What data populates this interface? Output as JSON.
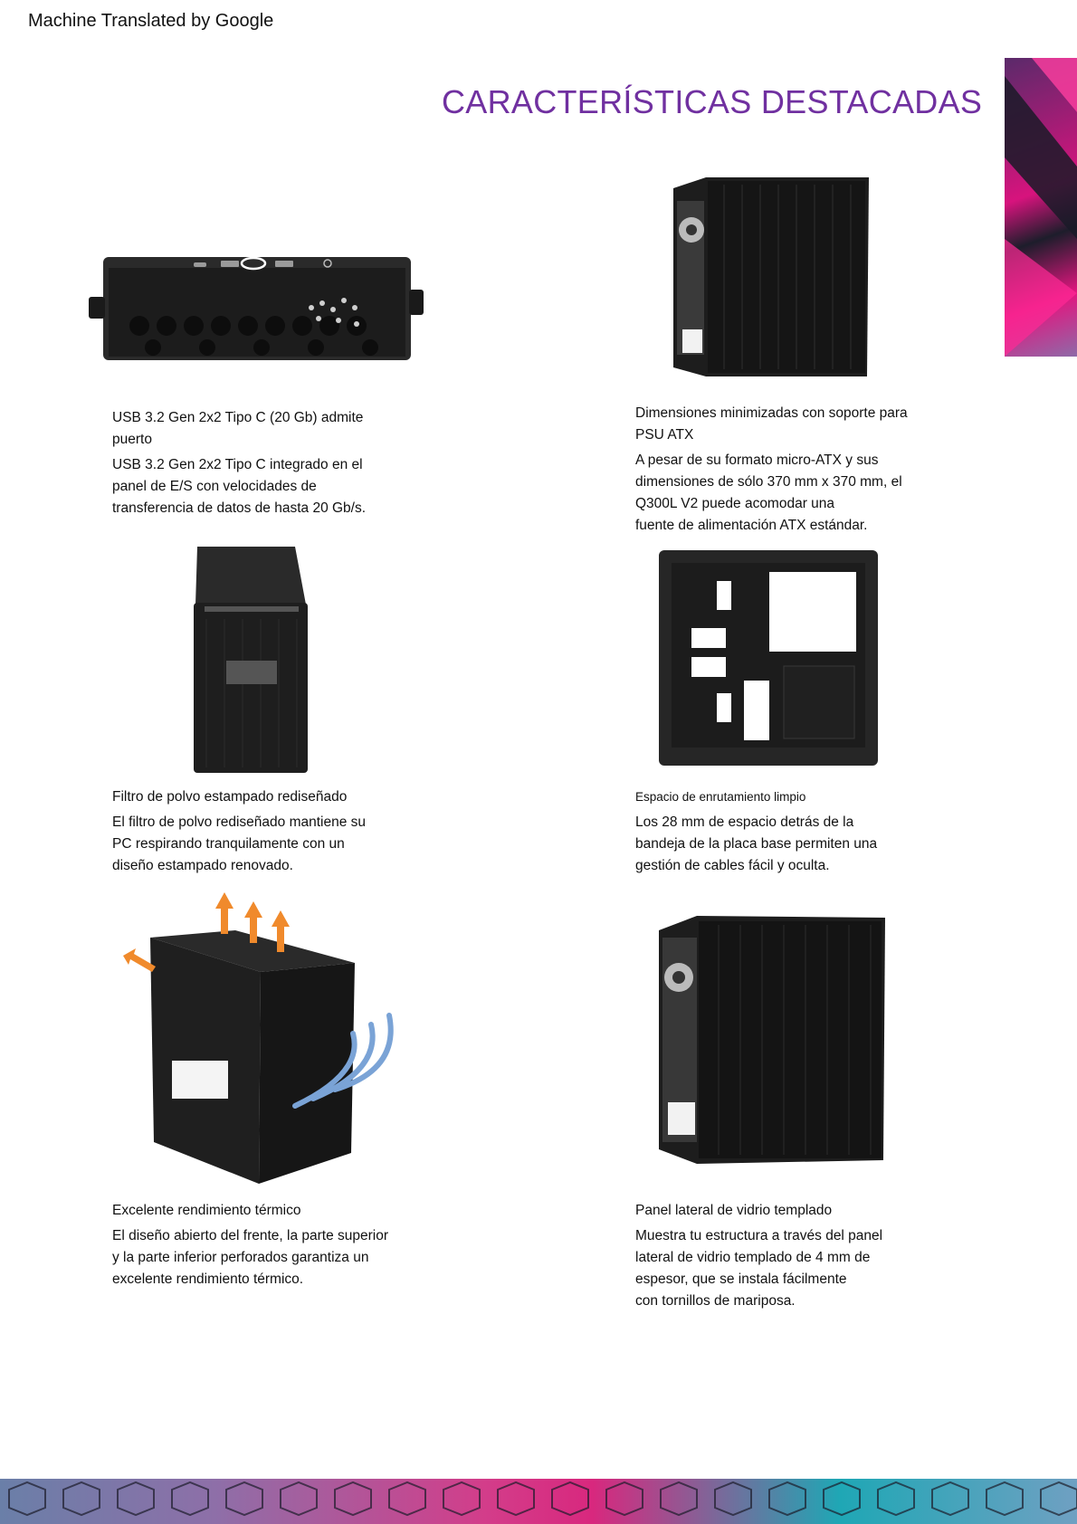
{
  "banner": "Machine Translated by Google",
  "page_title": "CARACTERÍSTICAS DESTACADAS",
  "colors": {
    "title": "#7030a0",
    "arrow_hot": "#f08a2c",
    "arrow_cool": "#7aa3d6"
  },
  "features": [
    {
      "title": "USB 3.2 Gen 2x2 Tipo C (20 Gb) admite\npuerto",
      "desc": "USB 3.2 Gen 2x2 Tipo C integrado en el\npanel de E/S con velocidades de\ntransferencia de datos de hasta 20 Gb/s."
    },
    {
      "title": "Dimensiones minimizadas con soporte para\nPSU ATX",
      "desc": "A pesar de su formato micro-ATX y sus\ndimensiones de sólo 370 mm x 370 mm, el\nQ300L V2 puede acomodar una\nfuente de alimentación ATX estándar."
    },
    {
      "title": "Filtro de polvo estampado rediseñado",
      "desc": "El filtro de polvo rediseñado mantiene su\nPC respirando tranquilamente con un\ndiseño estampado renovado."
    },
    {
      "title": "Espacio de enrutamiento limpio",
      "desc": "Los 28 mm de espacio detrás de la\nbandeja de la placa base permiten una\ngestión de cables fácil y oculta."
    },
    {
      "title": "Excelente rendimiento térmico",
      "desc": "El diseño abierto del frente, la parte superior\ny la parte inferior perforados garantiza un\nexcelente rendimiento térmico."
    },
    {
      "title": "Panel lateral de vidrio templado",
      "desc": "Muestra tu estructura a través del panel\nlateral de vidrio templado de 4 mm de\nespesor, que se instala fácilmente\ncon tornillos de mariposa."
    }
  ]
}
